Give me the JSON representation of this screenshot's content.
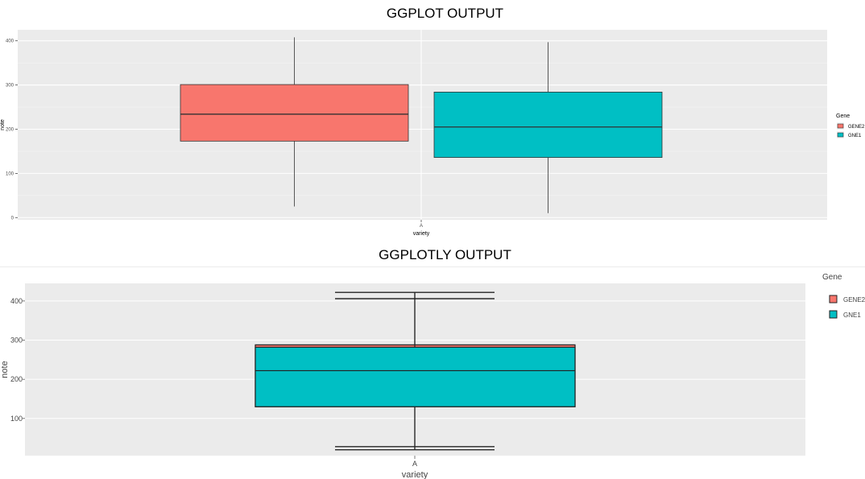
{
  "titles": {
    "top": "GGPLOT OUTPUT",
    "bottom": "GGPLOTLY OUTPUT"
  },
  "chart_data": [
    {
      "type": "box",
      "renderer": "ggplot",
      "xlabel": "variety",
      "ylabel": "note",
      "categories": [
        "A"
      ],
      "ylim": [
        -5,
        425
      ],
      "yticks": [
        0,
        100,
        200,
        300,
        400
      ],
      "grid": true,
      "legend": {
        "title": "Gene",
        "placement": "right"
      },
      "series": [
        {
          "name": "GENE2",
          "color": "#F8766D",
          "category": "A",
          "whisker_low": 25,
          "q1": 173,
          "median": 234,
          "q3": 301,
          "whisker_high": 408
        },
        {
          "name": "GNE1",
          "color": "#00BFC4",
          "category": "A",
          "whisker_low": 10,
          "q1": 136,
          "median": 205,
          "q3": 284,
          "whisker_high": 397
        }
      ]
    },
    {
      "type": "box",
      "renderer": "ggplotly",
      "xlabel": "variety",
      "ylabel": "note",
      "categories": [
        "A"
      ],
      "ylim": [
        5,
        445
      ],
      "yticks": [
        100,
        200,
        300,
        400
      ],
      "grid": true,
      "legend": {
        "title": "Gene",
        "placement": "top-right"
      },
      "series": [
        {
          "name": "GENE2",
          "color": "#F8766D",
          "category": "A",
          "whisker_low": 20,
          "q1": 130,
          "median": 222,
          "q3": 288,
          "whisker_high": 422,
          "extra_lower": 28,
          "extra_upper": 406
        },
        {
          "name": "GNE1",
          "color": "#00BFC4",
          "category": "A",
          "whisker_low": 20,
          "q1": 130,
          "median": 222,
          "q3": 282,
          "whisker_high": 422,
          "extra_lower": 28,
          "extra_upper": 406
        }
      ]
    }
  ]
}
